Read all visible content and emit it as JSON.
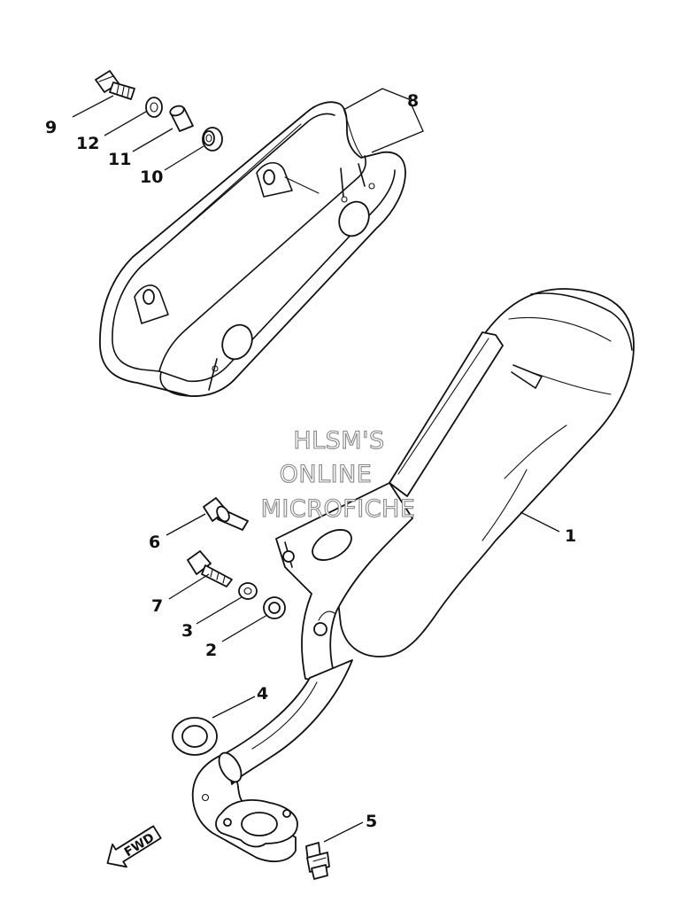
{
  "diagram": {
    "watermark": [
      "HLSM'S",
      "ONLINE",
      "MICROFICHE"
    ],
    "direction_label": "FWD",
    "callouts": [
      {
        "id": "1",
        "label": "1",
        "part": "muffler"
      },
      {
        "id": "2",
        "label": "2",
        "part": "collar"
      },
      {
        "id": "3",
        "label": "3",
        "part": "washer"
      },
      {
        "id": "4",
        "label": "4",
        "part": "gasket"
      },
      {
        "id": "5",
        "label": "5",
        "part": "stud-bolt"
      },
      {
        "id": "6",
        "label": "6",
        "part": "bolt"
      },
      {
        "id": "7",
        "label": "7",
        "part": "bolt"
      },
      {
        "id": "8",
        "label": "8",
        "part": "protector"
      },
      {
        "id": "9",
        "label": "9",
        "part": "bolt"
      },
      {
        "id": "10",
        "label": "10",
        "part": "damper"
      },
      {
        "id": "11",
        "label": "11",
        "part": "collar"
      },
      {
        "id": "12",
        "label": "12",
        "part": "washer"
      }
    ]
  }
}
